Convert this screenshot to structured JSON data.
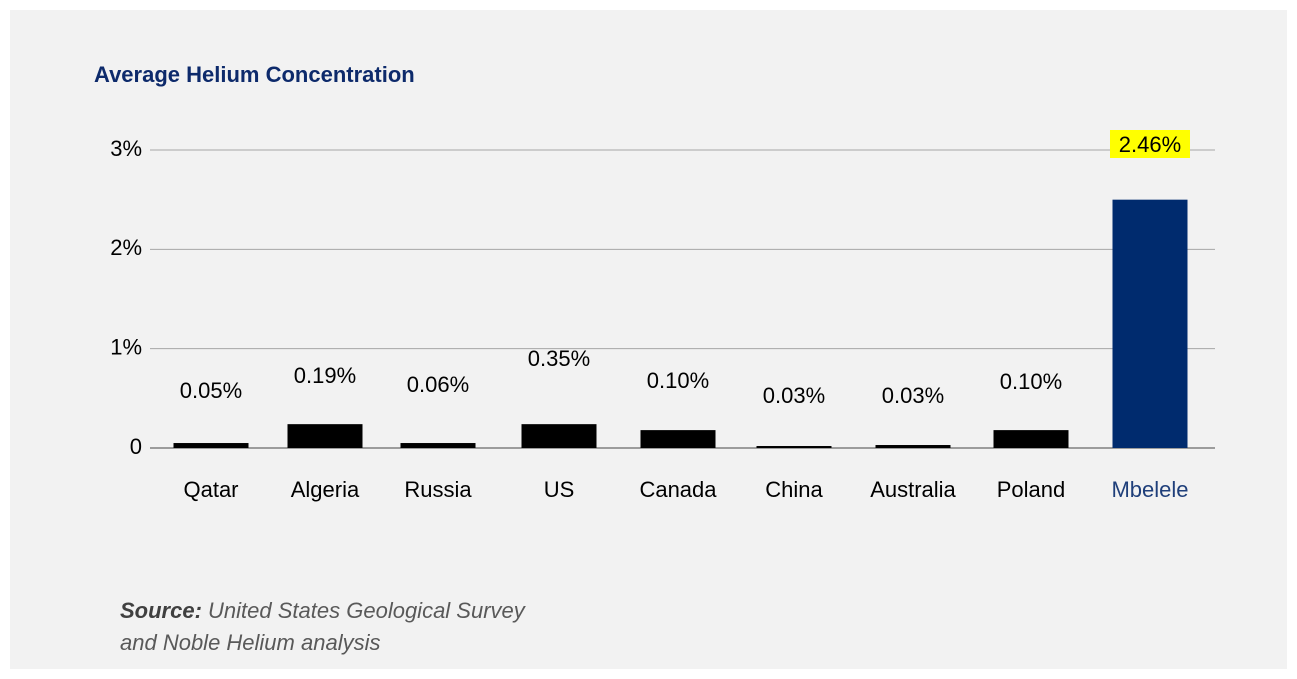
{
  "chart_data": {
    "type": "bar",
    "title": "Average Helium Concentration",
    "xlabel": "",
    "ylabel": "",
    "categories": [
      "Qatar",
      "Algeria",
      "Russia",
      "US",
      "Canada",
      "China",
      "Australia",
      "Poland",
      "Mbelele"
    ],
    "values": [
      0.05,
      0.24,
      0.05,
      0.24,
      0.18,
      0.02,
      0.03,
      0.18,
      2.5
    ],
    "data_labels": [
      "0.05%",
      "0.19%",
      "0.06%",
      "0.35%",
      "0.10%",
      "0.03%",
      "0.03%",
      "0.10%",
      "2.46%"
    ],
    "ylim": [
      0,
      3
    ],
    "yticks": [
      0,
      1,
      2,
      3
    ],
    "ytick_labels": [
      "0",
      "1%",
      "2%",
      "3%"
    ],
    "grid": true,
    "legend": "none",
    "highlight_category": "Mbelele",
    "colors": {
      "bar": "#000000",
      "highlight_bar": "#002b6e",
      "highlight_category_label": "#1f3f7a",
      "highlight_label_background": "#ffff00",
      "title": "#0d2a6b",
      "gridline": "#a6a6a6",
      "axis": "#7f7f7f",
      "text": "#000000"
    }
  },
  "source": {
    "label": "Source:",
    "line1": "United States Geological Survey",
    "line2": "and Noble Helium analysis"
  }
}
